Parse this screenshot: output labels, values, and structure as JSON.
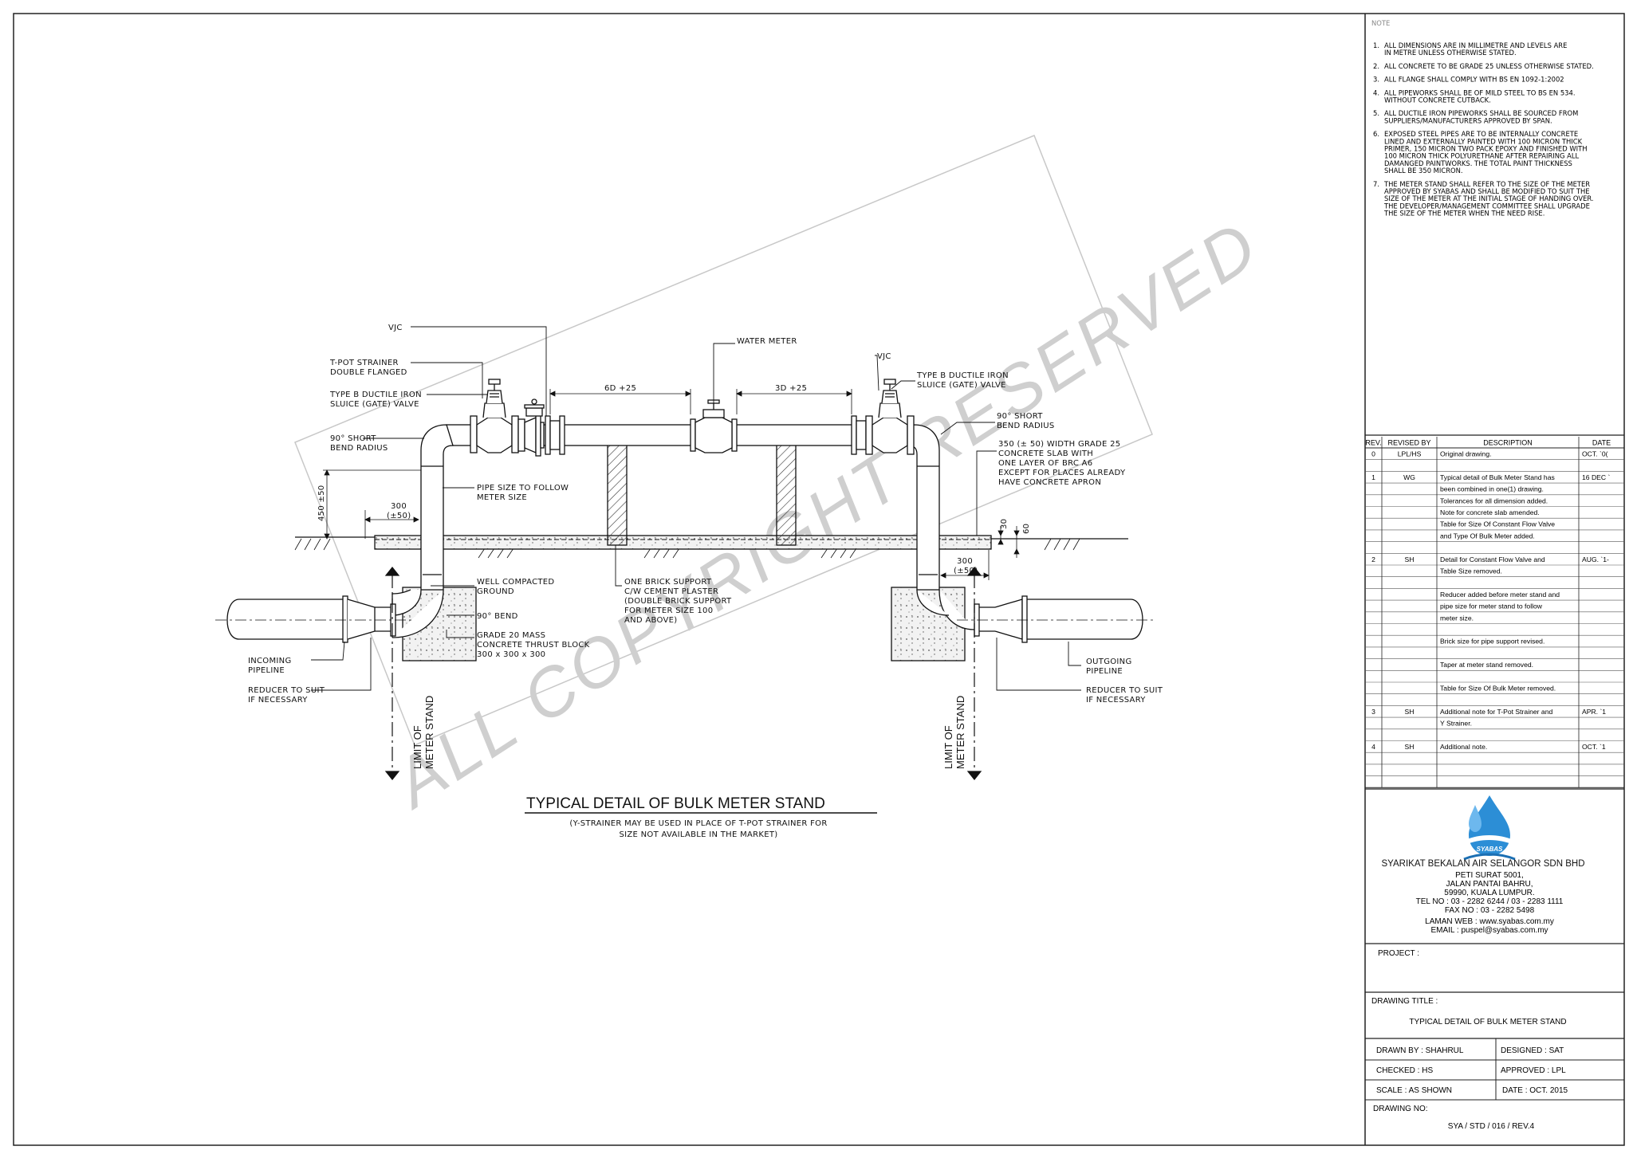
{
  "watermark": "ALL COPYRIGHT RESERVED",
  "notes_header": "NOTE",
  "notes": [
    {
      "num": "1.",
      "lines": [
        "ALL DIMENSIONS ARE IN MILLIMETRE AND LEVELS ARE",
        "IN METRE UNLESS OTHERWISE STATED."
      ]
    },
    {
      "num": "2.",
      "lines": [
        "ALL CONCRETE TO BE GRADE 25 UNLESS OTHERWISE STATED."
      ]
    },
    {
      "num": "3.",
      "lines": [
        "ALL FLANGE SHALL COMPLY WITH BS EN 1092-1:2002"
      ]
    },
    {
      "num": "4.",
      "lines": [
        "ALL PIPEWORKS SHALL BE OF MILD STEEL TO BS EN 534.",
        "WITHOUT CONCRETE CUTBACK."
      ]
    },
    {
      "num": "5.",
      "lines": [
        "ALL DUCTILE IRON PIPEWORKS SHALL BE SOURCED FROM",
        "SUPPLIERS/MANUFACTURERS APPROVED BY SPAN."
      ]
    },
    {
      "num": "6.",
      "lines": [
        "EXPOSED STEEL PIPES ARE TO BE INTERNALLY CONCRETE",
        "LINED AND EXTERNALLY PAINTED WITH 100 MICRON THICK",
        "PRIMER, 150 MICRON TWO PACK EPOXY AND FINISHED WITH",
        "100 MICRON THICK POLYURETHANE AFTER REPAIRING ALL",
        "DAMANGED PAINTWORKS. THE TOTAL PAINT THICKNESS",
        "SHALL BE 350 MICRON."
      ]
    },
    {
      "num": "7.",
      "lines": [
        "THE METER STAND SHALL REFER TO THE SIZE OF THE METER",
        "APPROVED BY SYABAS AND SHALL BE MODIFIED TO SUIT THE",
        "SIZE OF THE METER AT THE INITIAL STAGE OF HANDING OVER.",
        "THE DEVELOPER/MANAGEMENT COMMITTEE SHALL UPGRADE",
        "THE SIZE OF THE METER WHEN THE NEED RISE."
      ]
    }
  ],
  "revisions": {
    "headers": [
      "REV.",
      "REVISED BY",
      "DESCRIPTION",
      "DATE"
    ],
    "rows": [
      [
        "0",
        "LPL/HS",
        "Original drawing.",
        "OCT. `0("
      ],
      [
        "",
        "",
        "",
        ""
      ],
      [
        "1",
        "WG",
        "Typical detail of Bulk Meter Stand has",
        "16 DEC `"
      ],
      [
        "",
        "",
        "been combined in one(1) drawing.",
        ""
      ],
      [
        "",
        "",
        "Tolerances for all dimension added.",
        ""
      ],
      [
        "",
        "",
        "Note for concrete slab amended.",
        ""
      ],
      [
        "",
        "",
        "Table for Size Of Constant Flow Valve",
        ""
      ],
      [
        "",
        "",
        "and Type Of Bulk Meter added.",
        ""
      ],
      [
        "",
        "",
        "",
        ""
      ],
      [
        "2",
        "SH",
        "Detail for Constant Flow Valve and",
        "AUG. `1-"
      ],
      [
        "",
        "",
        "Table Size removed.",
        ""
      ],
      [
        "",
        "",
        "",
        ""
      ],
      [
        "",
        "",
        "Reducer added before meter stand and",
        ""
      ],
      [
        "",
        "",
        "pipe size for meter stand to follow",
        ""
      ],
      [
        "",
        "",
        "meter size.",
        ""
      ],
      [
        "",
        "",
        "",
        ""
      ],
      [
        "",
        "",
        "Brick size for pipe support revised.",
        ""
      ],
      [
        "",
        "",
        "",
        ""
      ],
      [
        "",
        "",
        "Taper at meter stand removed.",
        ""
      ],
      [
        "",
        "",
        "",
        ""
      ],
      [
        "",
        "",
        "Table for Size Of Bulk Meter removed.",
        ""
      ],
      [
        "",
        "",
        "",
        ""
      ],
      [
        "3",
        "SH",
        "Additional note for T-Pot Strainer and",
        "APR. `1"
      ],
      [
        "",
        "",
        "Y Strainer.",
        ""
      ],
      [
        "",
        "",
        "",
        ""
      ],
      [
        "4",
        "SH",
        "Additional note.",
        "OCT. `1"
      ],
      [
        "",
        "",
        "",
        ""
      ],
      [
        "",
        "",
        "",
        ""
      ],
      [
        "",
        "",
        "",
        ""
      ]
    ]
  },
  "company": {
    "logo_text": "SYABAS",
    "name": "SYARIKAT BEKALAN AIR SELANGOR SDN BHD",
    "address": [
      "PETI SURAT 5001,",
      "JALAN PANTAI BAHRU,",
      "59990, KUALA LUMPUR."
    ],
    "tel": "TEL NO : 03 - 2282 6244 / 03 - 2283 1111",
    "fax": "FAX NO : 03 - 2282 5498",
    "web": "LAMAN WEB : www.syabas.com.my",
    "email": "EMAIL : puspel@syabas.com.my"
  },
  "titleblock": {
    "project_label": "PROJECT :",
    "drawing_title_label": "DRAWING TITLE :",
    "drawing_title": "TYPICAL DETAIL OF BULK METER STAND",
    "drawn_by": "DRAWN BY : SHAHRUL",
    "designed": "DESIGNED : SAT",
    "checked": "CHECKED : HS",
    "approved": "APPROVED : LPL",
    "scale": "SCALE : AS SHOWN",
    "date": "DATE : OCT. 2015",
    "drawing_no_label": "DRAWING NO:",
    "drawing_no": "SYA / STD / 016 / REV.4"
  },
  "detail": {
    "title": "TYPICAL DETAIL OF BULK METER STAND",
    "subtitle": [
      "(Y-STRAINER MAY BE USED IN PLACE OF T-POT STRAINER FOR",
      "SIZE NOT AVAILABLE IN THE MARKET)"
    ],
    "labels": {
      "vjc_left": "VJC",
      "tpot": [
        "T-POT STRAINER",
        "DOUBLE FLANGED"
      ],
      "valve_left": [
        "TYPE B DUCTILE IRON",
        "SLUICE (GATE) VALVE"
      ],
      "bend_left": [
        "90° SHORT",
        "BEND RADIUS"
      ],
      "pipe_size": [
        "PIPE SIZE TO FOLLOW",
        "METER SIZE"
      ],
      "well_compacted": [
        "WELL COMPACTED",
        "GROUND"
      ],
      "bend90": "90° BEND",
      "thrust_block": [
        "GRADE 20 MASS",
        "CONCRETE THRUST BLOCK",
        "300 x 300 x 300"
      ],
      "incoming": [
        "INCOMING",
        "PIPELINE"
      ],
      "reducer_left": [
        "REDUCER TO SUIT",
        "IF NECESSARY"
      ],
      "water_meter": "WATER METER",
      "brick": [
        "ONE BRICK SUPPORT",
        "C/W CEMENT PLASTER",
        "(DOUBLE BRICK SUPPORT",
        "FOR METER SIZE 100",
        "AND ABOVE)"
      ],
      "vjc_right": "VJC",
      "valve_right": [
        "TYPE B DUCTILE IRON",
        "SLUICE (GATE) VALVE"
      ],
      "bend_right": [
        "90° SHORT",
        "BEND RADIUS"
      ],
      "slab": [
        "350 (± 50) WIDTH GRADE 25",
        "CONCRETE SLAB WITH",
        "ONE LAYER OF BRC A6",
        "EXCEPT FOR PLACES ALREADY",
        "HAVE CONCRETE APRON"
      ],
      "outgoing": [
        "OUTGOING",
        "PIPELINE"
      ],
      "reducer_right": [
        "REDUCER TO SUIT",
        "IF NECESSARY"
      ],
      "limit": [
        "LIMIT OF",
        "METER STAND"
      ]
    },
    "dimensions": {
      "d6": "6D +25",
      "d3": "3D +25",
      "height": "450 ±50",
      "left_300": [
        "300",
        "(±50)"
      ],
      "right_300": [
        "300",
        "(±50)"
      ],
      "d30": "30",
      "d60": "60"
    }
  }
}
